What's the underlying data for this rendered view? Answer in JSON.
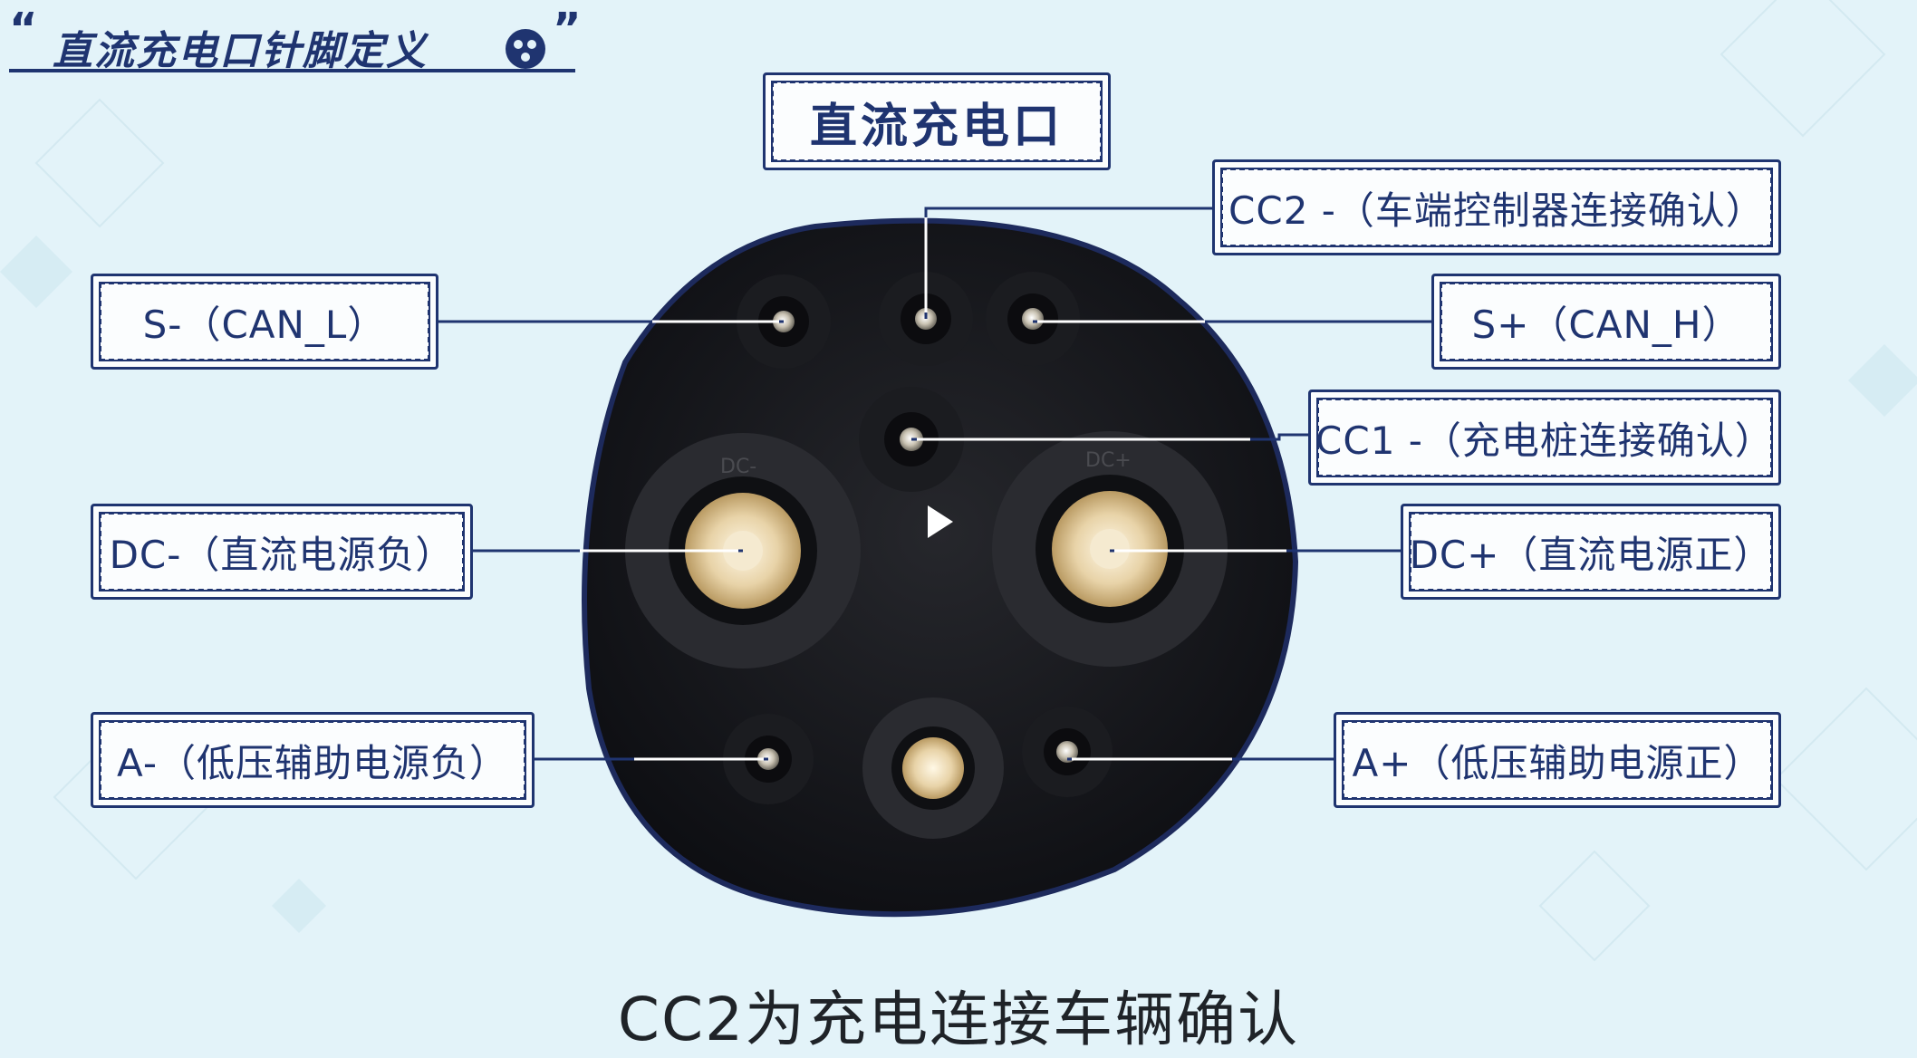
{
  "slide": {
    "title": "直流充电口针脚定义",
    "open_quote": "“",
    "close_quote": "”"
  },
  "header_label": "直流充电口",
  "pins": {
    "cc2": "CC2 -（车端控制器连接确认）",
    "s_minus": "S-（CAN_L）",
    "s_plus": "S+（CAN_H）",
    "cc1": "CC1 -（充电桩连接确认）",
    "dc_minus": "DC-（直流电源负）",
    "dc_plus": "DC+（直流电源正）",
    "a_minus": "A-（低压辅助电源负）",
    "a_plus": "A+（低压辅助电源正）"
  },
  "plug_markings": {
    "dc_minus": "DC-",
    "dc_plus": "DC+"
  },
  "caption": "CC2为充电连接车辆确认",
  "colors": {
    "background": "#e3f3f9",
    "accent": "#1f3470",
    "plug": "#141418",
    "contact": "#e3d0a8"
  },
  "icons": {
    "title_tag": "bowling-ball-icon",
    "video": "play-icon"
  }
}
